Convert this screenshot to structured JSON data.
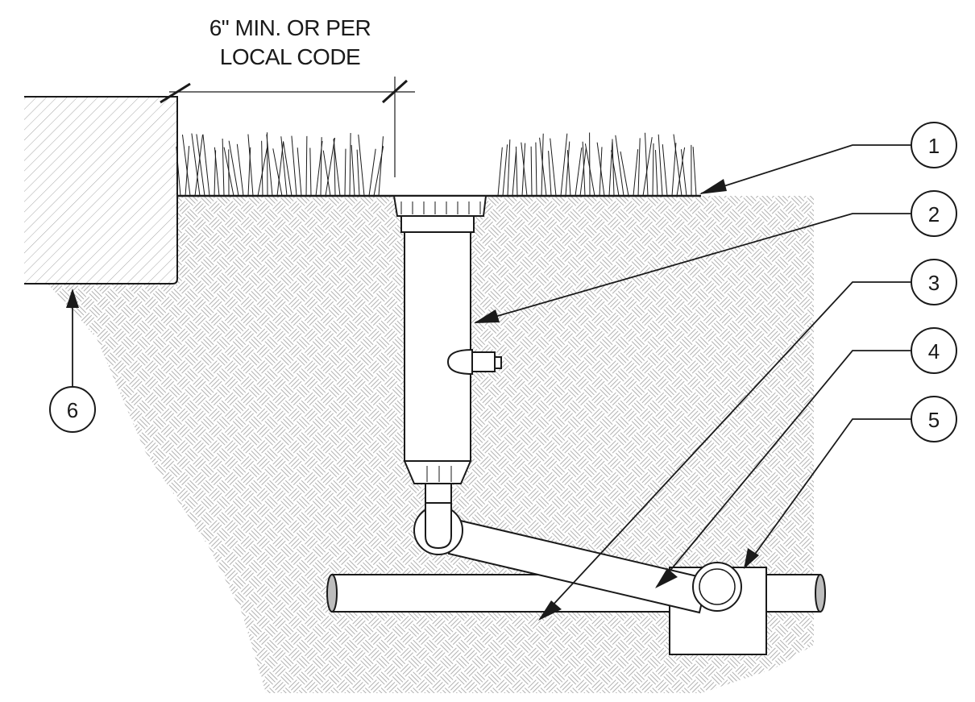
{
  "dimension": {
    "line1": "6\" MIN. OR PER",
    "line2": "LOCAL CODE"
  },
  "callouts": [
    {
      "number": "1"
    },
    {
      "number": "2"
    },
    {
      "number": "3"
    },
    {
      "number": "4"
    },
    {
      "number": "5"
    },
    {
      "number": "6"
    }
  ],
  "colors": {
    "line": "#1a1a1a",
    "hatch": "#9a9a9a"
  }
}
